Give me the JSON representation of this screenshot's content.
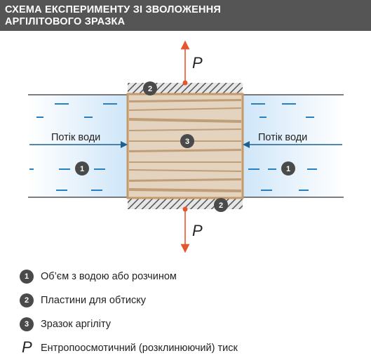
{
  "header": {
    "line1": "СХЕМА ЕКСПЕРИМЕНТУ ЗІ ЗВОЛОЖЕННЯ",
    "line2": "АРГІЛІТОВОГО ЗРАЗКА"
  },
  "diagram": {
    "flow_label_left": "Потік води",
    "flow_label_right": "Потік води",
    "pressure_symbol": "P",
    "markers": {
      "volume": "1",
      "plates": "2",
      "sample": "3"
    },
    "colors": {
      "water": "#d8ecfa",
      "sample": "#e3d3bf",
      "layer": "#b9956c",
      "arrow_pressure": "#e4572e",
      "arrow_flow": "#1f5f8f",
      "dash": "#2a7fc0"
    }
  },
  "legend": [
    {
      "marker": "1",
      "text": "Об’єм з водою або розчином"
    },
    {
      "marker": "2",
      "text": "Пластини для обтиску"
    },
    {
      "marker": "3",
      "text": "Зразок аргіліту"
    },
    {
      "marker": "P",
      "text": "Ентропоосмотичний (розклинюючий) тиск"
    }
  ]
}
